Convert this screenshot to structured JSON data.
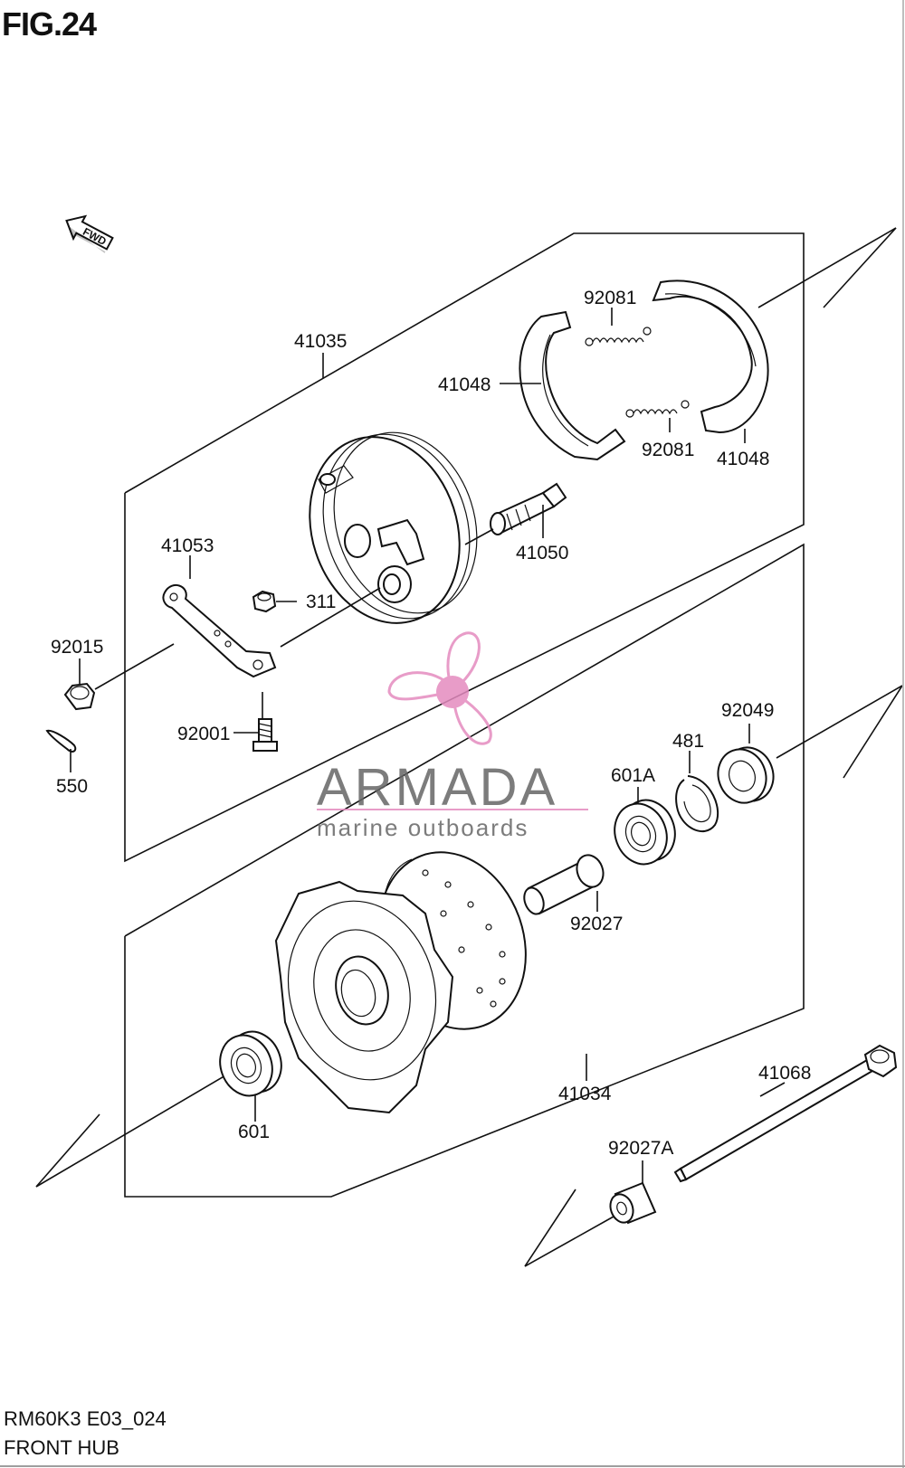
{
  "figure": {
    "title": "FIG.24",
    "model_code": "RM60K3 E03_024",
    "subtitle": "FRONT HUB"
  },
  "fwd_label": "FWD",
  "parts": {
    "p41035": "41035",
    "p41048a": "41048",
    "p41048b": "41048",
    "p92081a": "92081",
    "p92081b": "92081",
    "p41050": "41050",
    "p41053": "41053",
    "p311": "311",
    "p92015": "92015",
    "p92001": "92001",
    "p550": "550",
    "p92049": "92049",
    "p481": "481",
    "p601A": "601A",
    "p92027": "92027",
    "p41034": "41034",
    "p601": "601",
    "p41068": "41068",
    "p92027A": "92027A"
  },
  "watermark": {
    "brand": "ARMADA",
    "tagline": "marine outboards",
    "color_pink": "#e48bbf",
    "color_gray": "#6b6b6b"
  }
}
